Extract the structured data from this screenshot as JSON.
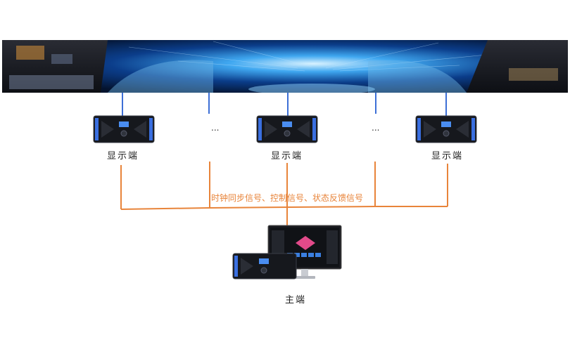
{
  "display_nodes": [
    {
      "label": "显示端"
    },
    {
      "label": "显示端"
    },
    {
      "label": "显示端"
    }
  ],
  "ellipsis": [
    "...",
    "..."
  ],
  "signal_label": "时钟同步信号、控制信号、状态反馈信号",
  "master_label": "主端",
  "colors": {
    "display_link": "#3d6fd6",
    "signal_link": "#e8843a",
    "device_body": "#16181d",
    "device_accent": "#3a6fe0"
  }
}
